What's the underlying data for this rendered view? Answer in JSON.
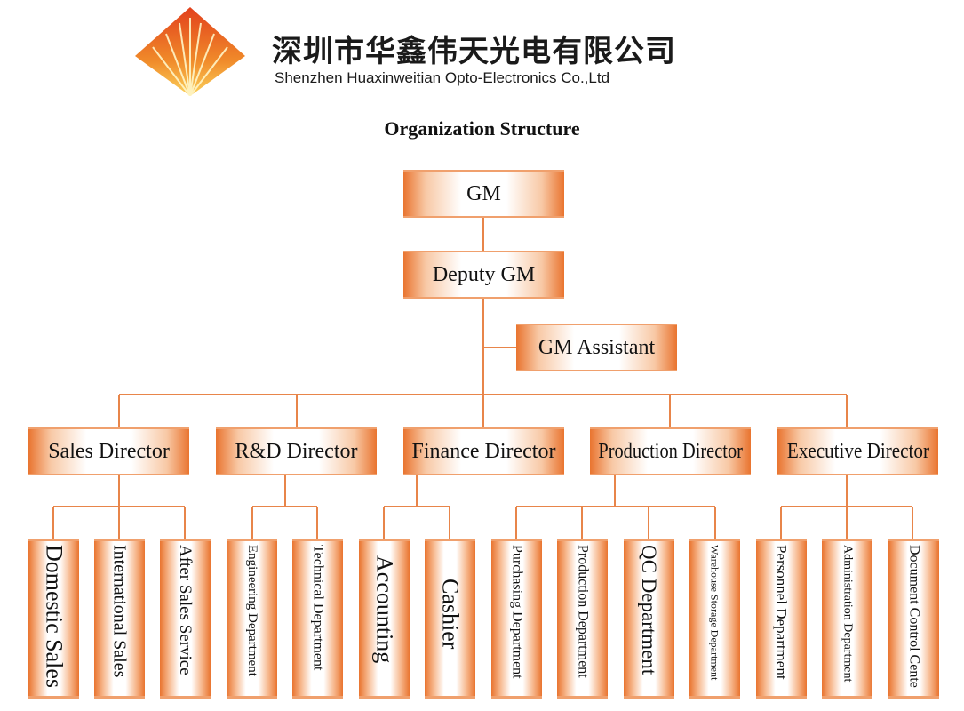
{
  "header": {
    "company_cn": "深圳市华鑫伟天光电有限公司",
    "company_en": "Shenzhen Huaxinweitian Opto-Electronics Co.,Ltd"
  },
  "title": "Organization Structure",
  "chart": {
    "top": [
      "GM",
      "Deputy GM"
    ],
    "assistant": "GM Assistant",
    "directors": [
      {
        "label": "Sales Director",
        "departments": [
          "Domestic Sales",
          "International Sales",
          "After Sales Service"
        ]
      },
      {
        "label": "R&D Director",
        "departments": [
          "Engineering Department",
          "Technical Department"
        ]
      },
      {
        "label": "Finance Director",
        "departments": [
          "Accounting",
          "Cashier"
        ]
      },
      {
        "label": "Production Director",
        "departments": [
          "Purchasing Department",
          "Production Department",
          "QC Department",
          "Warehouse Storage Department"
        ]
      },
      {
        "label": "Executive Director",
        "departments": [
          "Personnel Department",
          "Administration Department",
          "Document Control Cente"
        ]
      }
    ]
  },
  "colors": {
    "accent": "#e9742f",
    "connector": "#e8854a"
  }
}
